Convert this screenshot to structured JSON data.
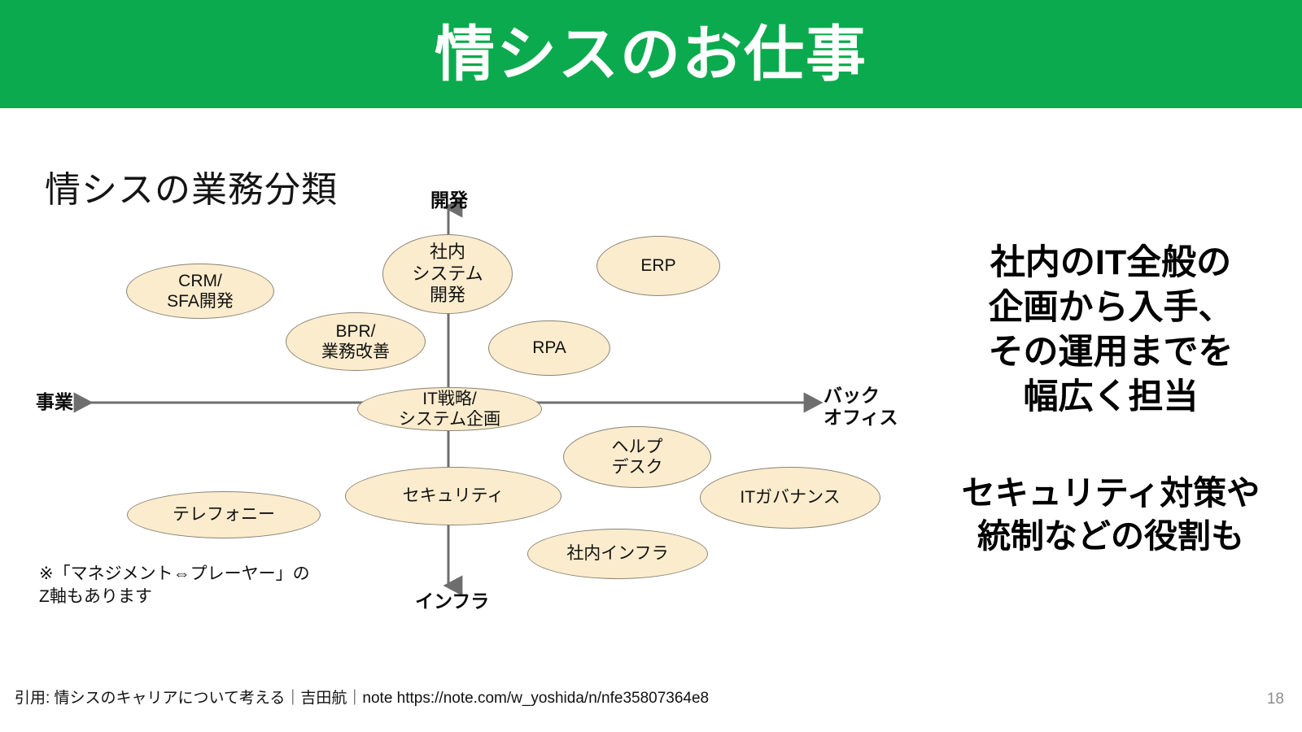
{
  "slide": {
    "header_title": "情シスのお仕事",
    "page_number": "18",
    "citation": "引用: 情シスのキャリアについて考える｜吉田航｜note https://note.com/w_yoshida/n/nfe35807364e8",
    "accent_color": "#0caa4e",
    "node_fill_color": "#fbeccd",
    "node_border_color": "#8a8377"
  },
  "diagram": {
    "title": "情シスの業務分類",
    "footnote": "※「マネジメント⇔プレーヤー」の\n  Z軸もあります",
    "axes": {
      "top_label": "開発",
      "bottom_label": "インフラ",
      "left_label": "事業",
      "right_label": "バック\nオフィス"
    },
    "nodes": [
      {
        "id": "crm-sfa",
        "label": "CRM/\nSFA開発"
      },
      {
        "id": "naibu-system",
        "label": "社内\nシステム\n開発"
      },
      {
        "id": "erp",
        "label": "ERP"
      },
      {
        "id": "bpr",
        "label": "BPR/\n業務改善"
      },
      {
        "id": "rpa",
        "label": "RPA"
      },
      {
        "id": "it-senryaku",
        "label": "IT戦略/\nシステム企画"
      },
      {
        "id": "help-desk",
        "label": "ヘルプ\nデスク"
      },
      {
        "id": "security",
        "label": "セキュリティ"
      },
      {
        "id": "it-governance",
        "label": "ITガバナンス"
      },
      {
        "id": "telephony",
        "label": "テレフォニー"
      },
      {
        "id": "shanai-infra",
        "label": "社内インフラ"
      }
    ]
  },
  "highlights": {
    "block_1": "社内のIT全般の\n企画から入手、\nその運用までを\n幅広く担当",
    "block_2": "セキュリティ対策や\n統制などの役割も"
  }
}
